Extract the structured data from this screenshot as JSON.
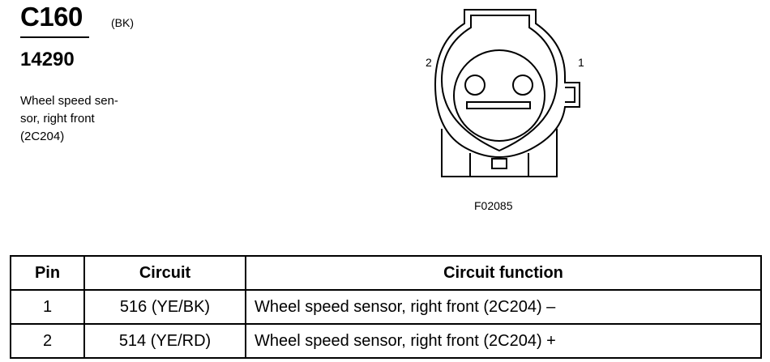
{
  "connector": {
    "id": "C160",
    "color_code": "(BK)",
    "part_number": "14290",
    "description_lines": [
      "Wheel speed sen-",
      "sor, right front",
      "(2C204)"
    ]
  },
  "diagram": {
    "pin_labels": [
      "2",
      "1"
    ],
    "figure_code": "F02085"
  },
  "pin_table": {
    "headers": [
      "Pin",
      "Circuit",
      "Circuit function"
    ],
    "rows": [
      {
        "pin": "1",
        "circuit": "516 (YE/BK)",
        "function": "Wheel speed sensor, right front (2C204) –"
      },
      {
        "pin": "2",
        "circuit": "514 (YE/RD)",
        "function": "Wheel speed sensor, right front (2C204) +"
      }
    ]
  }
}
